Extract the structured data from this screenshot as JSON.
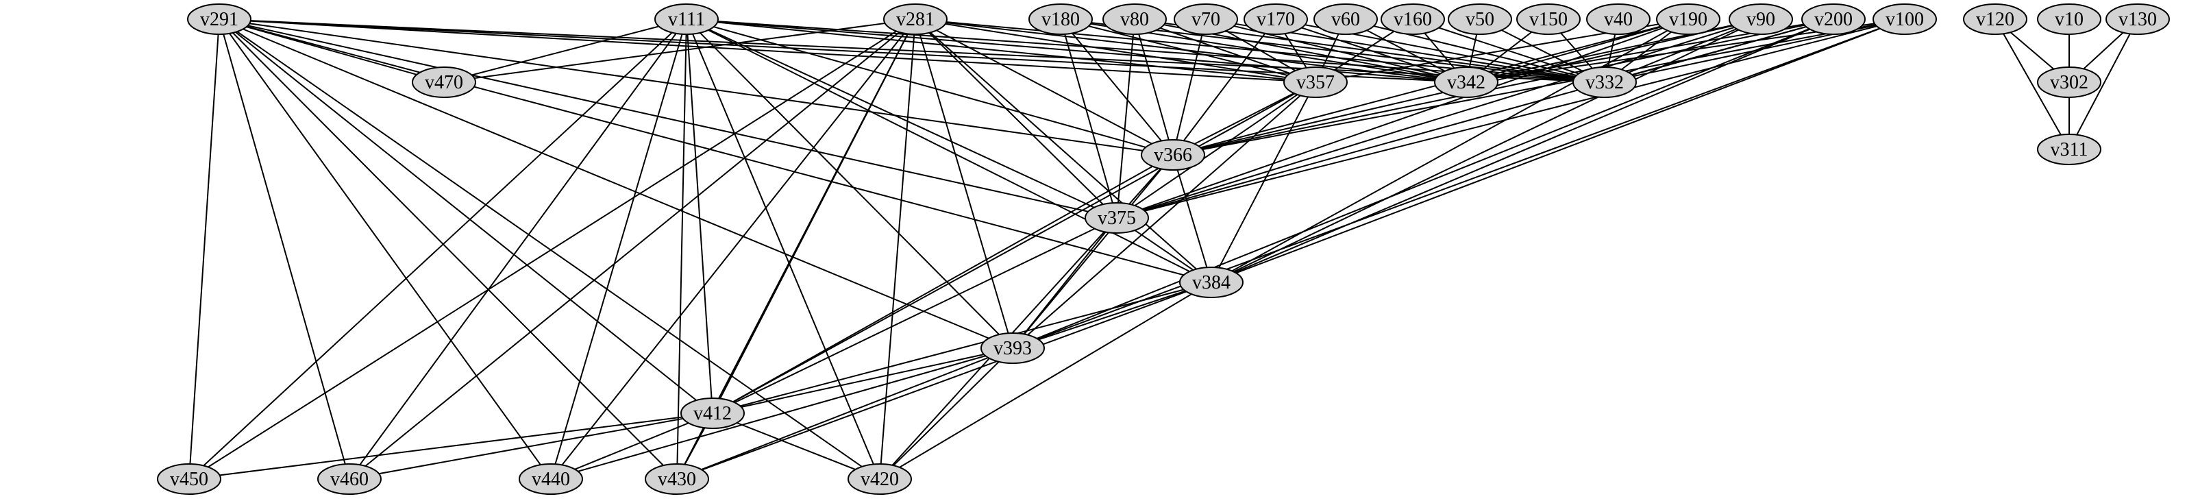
{
  "graph": {
    "node_fill": "#d3d3d3",
    "stroke_color": "#000000",
    "nodes": [
      {
        "id": "v291",
        "label": "v291"
      },
      {
        "id": "v111",
        "label": "v111"
      },
      {
        "id": "v281",
        "label": "v281"
      },
      {
        "id": "v180",
        "label": "v180"
      },
      {
        "id": "v80",
        "label": "v80"
      },
      {
        "id": "v70",
        "label": "v70"
      },
      {
        "id": "v170",
        "label": "v170"
      },
      {
        "id": "v60",
        "label": "v60"
      },
      {
        "id": "v160",
        "label": "v160"
      },
      {
        "id": "v50",
        "label": "v50"
      },
      {
        "id": "v150",
        "label": "v150"
      },
      {
        "id": "v40",
        "label": "v40"
      },
      {
        "id": "v190",
        "label": "v190"
      },
      {
        "id": "v90",
        "label": "v90"
      },
      {
        "id": "v200",
        "label": "v200"
      },
      {
        "id": "v100",
        "label": "v100"
      },
      {
        "id": "v120",
        "label": "v120"
      },
      {
        "id": "v10",
        "label": "v10"
      },
      {
        "id": "v130",
        "label": "v130"
      },
      {
        "id": "v470",
        "label": "v470"
      },
      {
        "id": "v357",
        "label": "v357"
      },
      {
        "id": "v342",
        "label": "v342"
      },
      {
        "id": "v332",
        "label": "v332"
      },
      {
        "id": "v302",
        "label": "v302"
      },
      {
        "id": "v366",
        "label": "v366"
      },
      {
        "id": "v311",
        "label": "v311"
      },
      {
        "id": "v375",
        "label": "v375"
      },
      {
        "id": "v384",
        "label": "v384"
      },
      {
        "id": "v393",
        "label": "v393"
      },
      {
        "id": "v412",
        "label": "v412"
      },
      {
        "id": "v450",
        "label": "v450"
      },
      {
        "id": "v460",
        "label": "v460"
      },
      {
        "id": "v440",
        "label": "v440"
      },
      {
        "id": "v430",
        "label": "v430"
      },
      {
        "id": "v420",
        "label": "v420"
      }
    ],
    "edges": [
      [
        "v291",
        "v470"
      ],
      [
        "v291",
        "v357"
      ],
      [
        "v291",
        "v342"
      ],
      [
        "v291",
        "v332"
      ],
      [
        "v291",
        "v366"
      ],
      [
        "v291",
        "v375"
      ],
      [
        "v291",
        "v384"
      ],
      [
        "v291",
        "v393"
      ],
      [
        "v291",
        "v412"
      ],
      [
        "v291",
        "v450"
      ],
      [
        "v291",
        "v460"
      ],
      [
        "v291",
        "v440"
      ],
      [
        "v291",
        "v430"
      ],
      [
        "v291",
        "v420"
      ],
      [
        "v111",
        "v470"
      ],
      [
        "v111",
        "v357"
      ],
      [
        "v111",
        "v342"
      ],
      [
        "v111",
        "v332"
      ],
      [
        "v111",
        "v366"
      ],
      [
        "v111",
        "v375"
      ],
      [
        "v111",
        "v384"
      ],
      [
        "v111",
        "v393"
      ],
      [
        "v111",
        "v412"
      ],
      [
        "v111",
        "v450"
      ],
      [
        "v111",
        "v460"
      ],
      [
        "v111",
        "v440"
      ],
      [
        "v111",
        "v430"
      ],
      [
        "v111",
        "v420"
      ],
      [
        "v281",
        "v470"
      ],
      [
        "v281",
        "v357"
      ],
      [
        "v281",
        "v342"
      ],
      [
        "v281",
        "v332"
      ],
      [
        "v281",
        "v366"
      ],
      [
        "v281",
        "v375"
      ],
      [
        "v281",
        "v384"
      ],
      [
        "v281",
        "v393"
      ],
      [
        "v281",
        "v412"
      ],
      [
        "v281",
        "v450"
      ],
      [
        "v281",
        "v460"
      ],
      [
        "v281",
        "v440"
      ],
      [
        "v281",
        "v430"
      ],
      [
        "v281",
        "v420"
      ],
      [
        "v180",
        "v357"
      ],
      [
        "v180",
        "v342"
      ],
      [
        "v180",
        "v332"
      ],
      [
        "v180",
        "v366"
      ],
      [
        "v180",
        "v375"
      ],
      [
        "v80",
        "v357"
      ],
      [
        "v80",
        "v342"
      ],
      [
        "v80",
        "v332"
      ],
      [
        "v80",
        "v366"
      ],
      [
        "v80",
        "v375"
      ],
      [
        "v70",
        "v357"
      ],
      [
        "v70",
        "v342"
      ],
      [
        "v70",
        "v332"
      ],
      [
        "v70",
        "v366"
      ],
      [
        "v170",
        "v357"
      ],
      [
        "v170",
        "v342"
      ],
      [
        "v170",
        "v332"
      ],
      [
        "v170",
        "v366"
      ],
      [
        "v60",
        "v357"
      ],
      [
        "v60",
        "v342"
      ],
      [
        "v60",
        "v332"
      ],
      [
        "v160",
        "v357"
      ],
      [
        "v160",
        "v342"
      ],
      [
        "v160",
        "v332"
      ],
      [
        "v50",
        "v342"
      ],
      [
        "v50",
        "v332"
      ],
      [
        "v150",
        "v342"
      ],
      [
        "v150",
        "v332"
      ],
      [
        "v40",
        "v332"
      ],
      [
        "v190",
        "v357"
      ],
      [
        "v190",
        "v342"
      ],
      [
        "v190",
        "v332"
      ],
      [
        "v190",
        "v366"
      ],
      [
        "v190",
        "v375"
      ],
      [
        "v190",
        "v384"
      ],
      [
        "v90",
        "v342"
      ],
      [
        "v90",
        "v332"
      ],
      [
        "v90",
        "v366"
      ],
      [
        "v90",
        "v375"
      ],
      [
        "v90",
        "v384"
      ],
      [
        "v200",
        "v342"
      ],
      [
        "v200",
        "v332"
      ],
      [
        "v200",
        "v366"
      ],
      [
        "v200",
        "v375"
      ],
      [
        "v200",
        "v384"
      ],
      [
        "v200",
        "v393"
      ],
      [
        "v100",
        "v342"
      ],
      [
        "v100",
        "v332"
      ],
      [
        "v100",
        "v366"
      ],
      [
        "v100",
        "v375"
      ],
      [
        "v100",
        "v384"
      ],
      [
        "v100",
        "v393"
      ],
      [
        "v120",
        "v302"
      ],
      [
        "v120",
        "v311"
      ],
      [
        "v10",
        "v302"
      ],
      [
        "v130",
        "v302"
      ],
      [
        "v130",
        "v311"
      ],
      [
        "v302",
        "v311"
      ],
      [
        "v357",
        "v366"
      ],
      [
        "v357",
        "v375"
      ],
      [
        "v357",
        "v384"
      ],
      [
        "v357",
        "v393"
      ],
      [
        "v357",
        "v412"
      ],
      [
        "v366",
        "v375"
      ],
      [
        "v366",
        "v384"
      ],
      [
        "v366",
        "v393"
      ],
      [
        "v366",
        "v412"
      ],
      [
        "v375",
        "v384"
      ],
      [
        "v375",
        "v393"
      ],
      [
        "v375",
        "v412"
      ],
      [
        "v375",
        "v420"
      ],
      [
        "v384",
        "v393"
      ],
      [
        "v384",
        "v412"
      ],
      [
        "v384",
        "v430"
      ],
      [
        "v384",
        "v420"
      ],
      [
        "v393",
        "v412"
      ],
      [
        "v393",
        "v440"
      ],
      [
        "v393",
        "v430"
      ],
      [
        "v393",
        "v420"
      ],
      [
        "v412",
        "v450"
      ],
      [
        "v412",
        "v460"
      ],
      [
        "v412",
        "v440"
      ],
      [
        "v412",
        "v430"
      ],
      [
        "v412",
        "v420"
      ]
    ]
  }
}
